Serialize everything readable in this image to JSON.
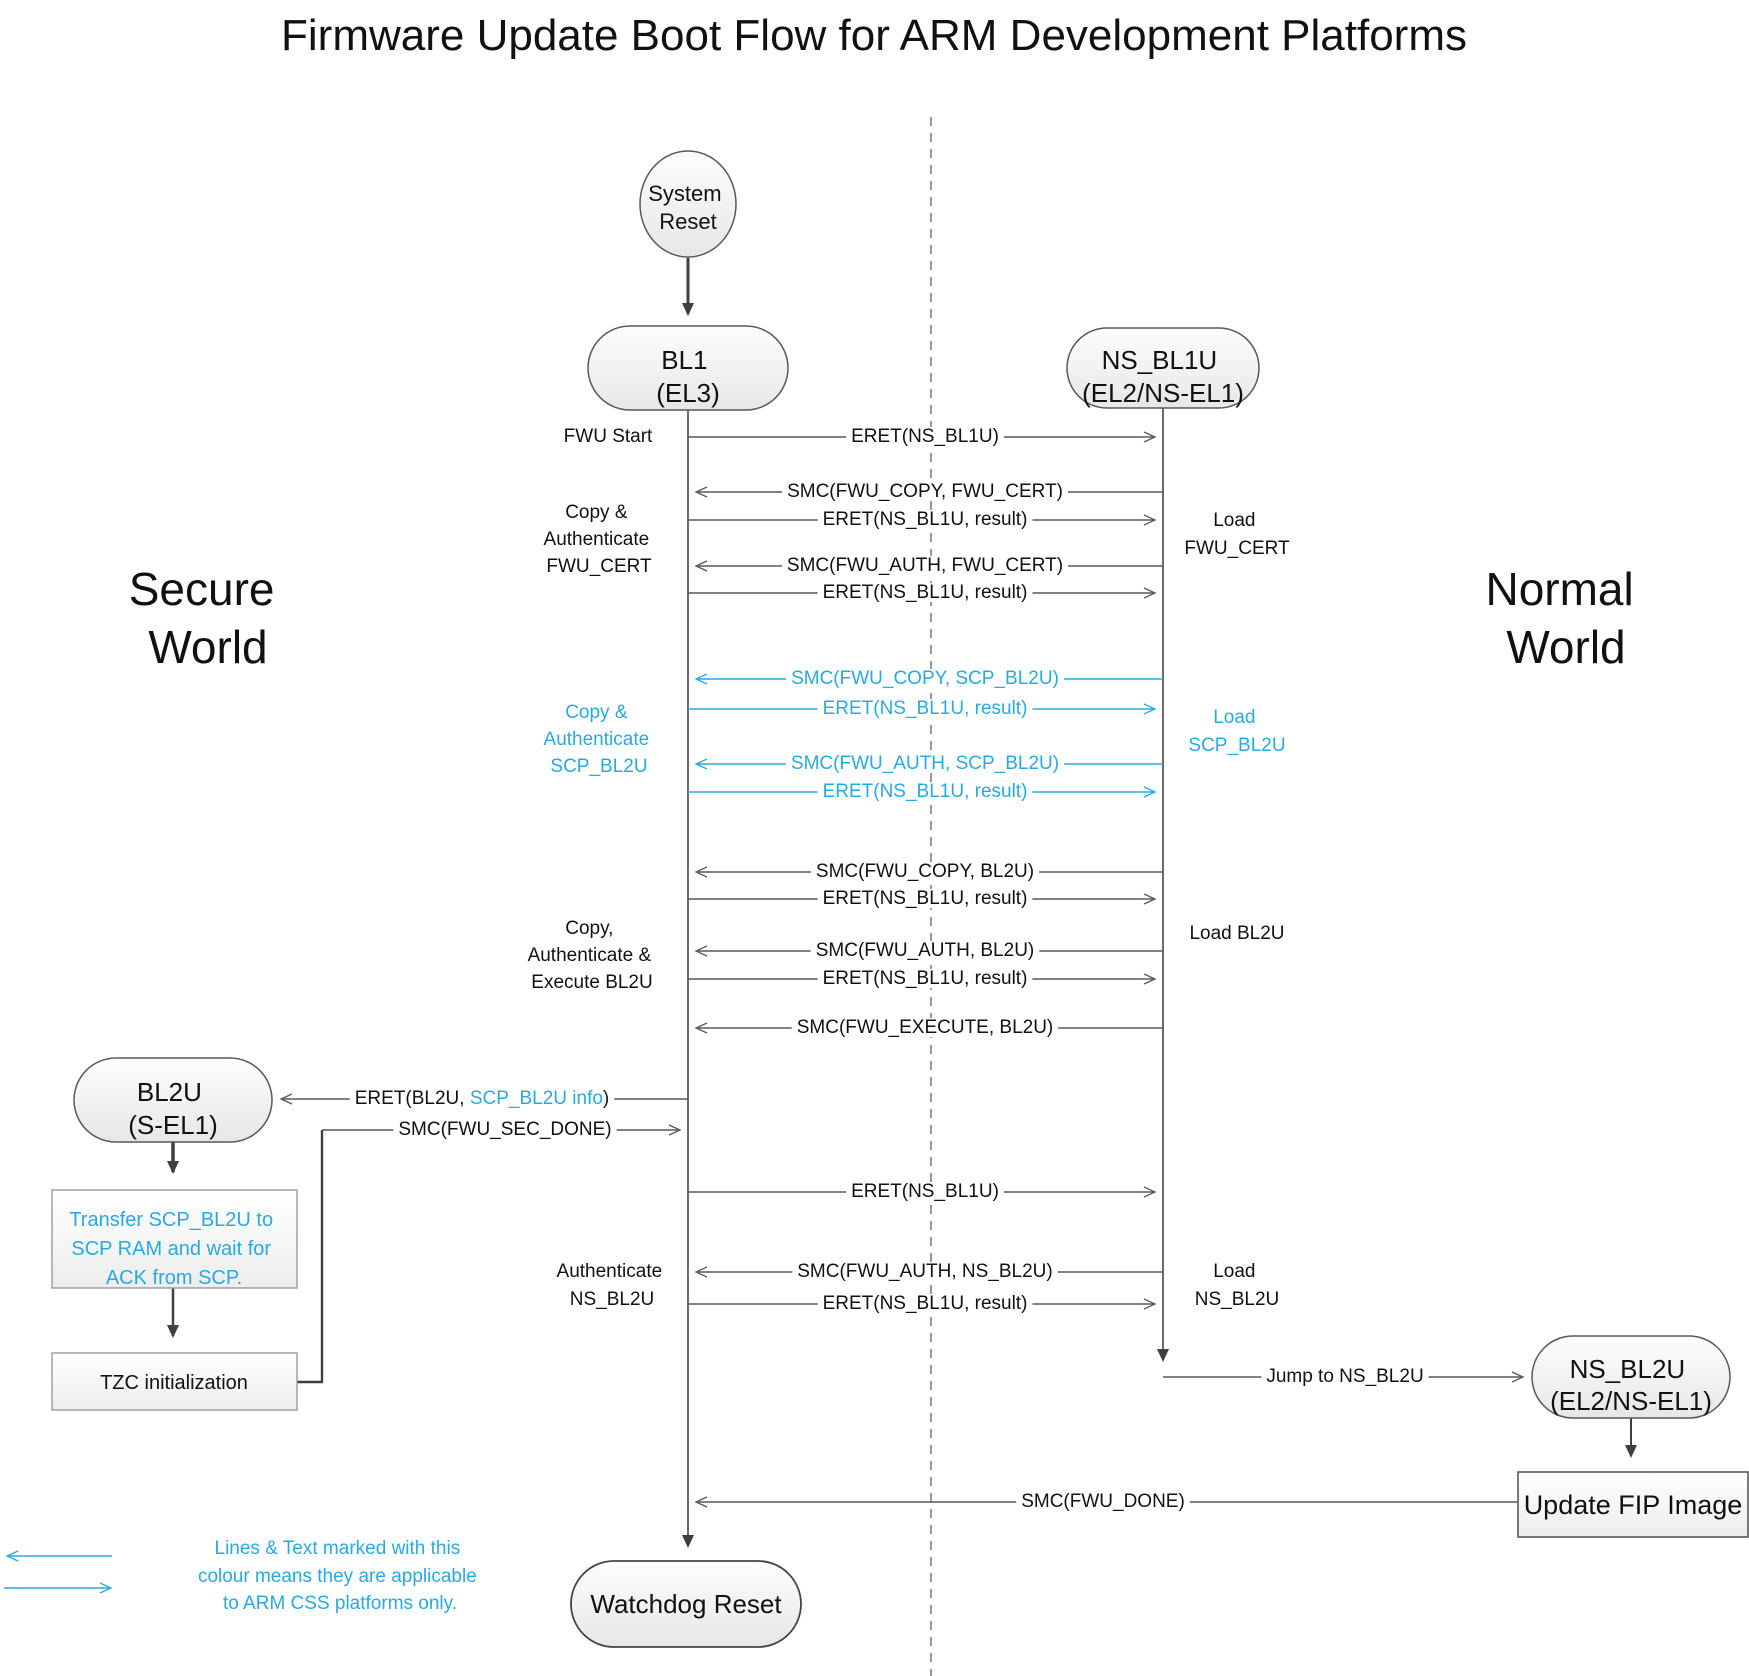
{
  "title": "Firmware Update Boot Flow for ARM Development Platforms",
  "worlds": {
    "secure": [
      "Secure",
      "World"
    ],
    "normal": [
      "Normal",
      "World"
    ]
  },
  "nodes": {
    "system_reset": [
      "System",
      "Reset"
    ],
    "bl1": [
      "BL1",
      "(EL3)"
    ],
    "ns_bl1u": [
      "NS_BL1U",
      "(EL2/NS-EL1)"
    ],
    "bl2u": [
      "BL2U",
      "(S-EL1)"
    ],
    "ns_bl2u": [
      "NS_BL2U",
      "(EL2/NS-EL1)"
    ],
    "watchdog_reset": "Watchdog Reset",
    "transfer_scp": [
      "Transfer SCP_BL2U to",
      "SCP RAM and wait for",
      "ACK from SCP."
    ],
    "tzc_init": "TZC initialization",
    "update_fip": "Update FIP Image"
  },
  "messages": {
    "eret_ns_bl1u_1": "ERET(NS_BL1U)",
    "smc_copy_fwu_cert": "SMC(FWU_COPY, FWU_CERT)",
    "eret_result_1": "ERET(NS_BL1U, result)",
    "smc_auth_fwu_cert": "SMC(FWU_AUTH, FWU_CERT)",
    "eret_result_2": "ERET(NS_BL1U, result)",
    "smc_copy_scp_bl2u": "SMC(FWU_COPY, SCP_BL2U)",
    "eret_result_3": "ERET(NS_BL1U, result)",
    "smc_auth_scp_bl2u": "SMC(FWU_AUTH, SCP_BL2U)",
    "eret_result_4": "ERET(NS_BL1U, result)",
    "smc_copy_bl2u": "SMC(FWU_COPY, BL2U)",
    "eret_result_5": "ERET(NS_BL1U, result)",
    "smc_auth_bl2u": "SMC(FWU_AUTH, BL2U)",
    "eret_result_6": "ERET(NS_BL1U, result)",
    "smc_execute_bl2u": "SMC(FWU_EXECUTE, BL2U)",
    "eret_bl2u_prefix": "ERET(BL2U, ",
    "eret_bl2u_highlight": "SCP_BL2U info",
    "eret_bl2u_suffix": ")",
    "smc_fwu_sec_done": "SMC(FWU_SEC_DONE)",
    "eret_ns_bl1u_2": "ERET(NS_BL1U)",
    "smc_auth_ns_bl2u": "SMC(FWU_AUTH, NS_BL2U)",
    "eret_result_7": "ERET(NS_BL1U, result)",
    "jump_ns_bl2u": "Jump to NS_BL2U",
    "smc_fwu_done": "SMC(FWU_DONE)"
  },
  "side_labels": {
    "fwu_start": "FWU Start",
    "copy_auth_fwu_cert": [
      "Copy &",
      "Authenticate",
      "FWU_CERT"
    ],
    "copy_auth_scp_bl2u": [
      "Copy &",
      "Authenticate",
      "SCP_BL2U"
    ],
    "copy_auth_exec_bl2u": [
      "Copy,",
      "Authenticate &",
      "Execute BL2U"
    ],
    "auth_ns_bl2u": [
      "Authenticate",
      "NS_BL2U"
    ],
    "load_fwu_cert": [
      "Load",
      "FWU_CERT"
    ],
    "load_scp_bl2u": [
      "Load",
      "SCP_BL2U"
    ],
    "load_bl2u": "Load BL2U",
    "load_ns_bl2u": [
      "Load",
      "NS_BL2U"
    ]
  },
  "legend": {
    "note": [
      "Lines & Text marked with this",
      "colour means they are applicable",
      "to ARM CSS platforms only."
    ]
  },
  "colors": {
    "css_platform_blue": "#29a9e1",
    "line_gray": "#595959",
    "arrow_dark": "#3f3f3f",
    "text_black": "#111111"
  }
}
